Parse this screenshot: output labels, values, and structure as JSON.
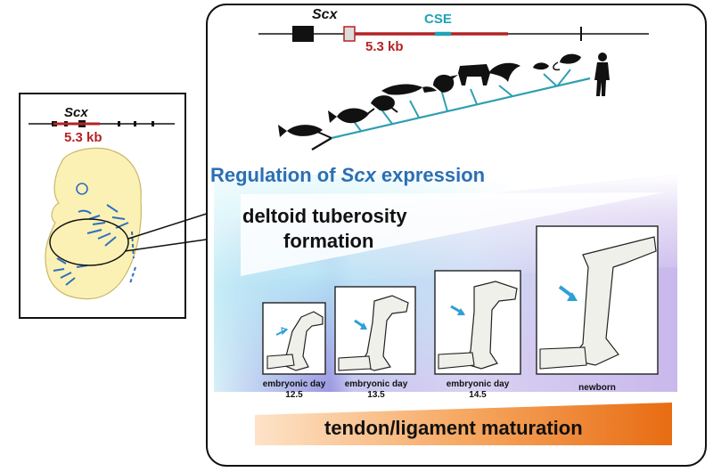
{
  "left_panel": {
    "gene": "Scx",
    "region": "5.3 kb"
  },
  "top_panel": {
    "gene": "Scx",
    "cse": "CSE",
    "region": "5.3 kb"
  },
  "heading": {
    "prefix": "Regulation of ",
    "gene": "Scx",
    "suffix": " expression"
  },
  "deltoid_label": [
    "deltoid tuberosity",
    "formation"
  ],
  "stages": [
    {
      "line1": "embryonic day",
      "line2": "12.5"
    },
    {
      "line1": "embryonic day",
      "line2": "13.5"
    },
    {
      "line1": "embryonic day",
      "line2": "14.5"
    },
    {
      "line1": "newborn",
      "line2": ""
    }
  ],
  "bottom_bar": "tendon/ligament maturation",
  "colors": {
    "gene_red": "#b32424",
    "cse_teal": "#1fa3b8",
    "heading_blue": "#2c6fb3",
    "tree_teal": "#2f9fb1",
    "embryo_yellow": "#fbf1b5",
    "embryo_blue": "#2e6fc2",
    "orange_end": "#e86c12"
  },
  "icons": [
    "fish-icon",
    "frog-icon",
    "lizard-icon",
    "bird-icon",
    "cow-icon",
    "dolphin-icon",
    "mouse-icon",
    "rat-icon",
    "human-icon",
    "arrow-icon"
  ]
}
